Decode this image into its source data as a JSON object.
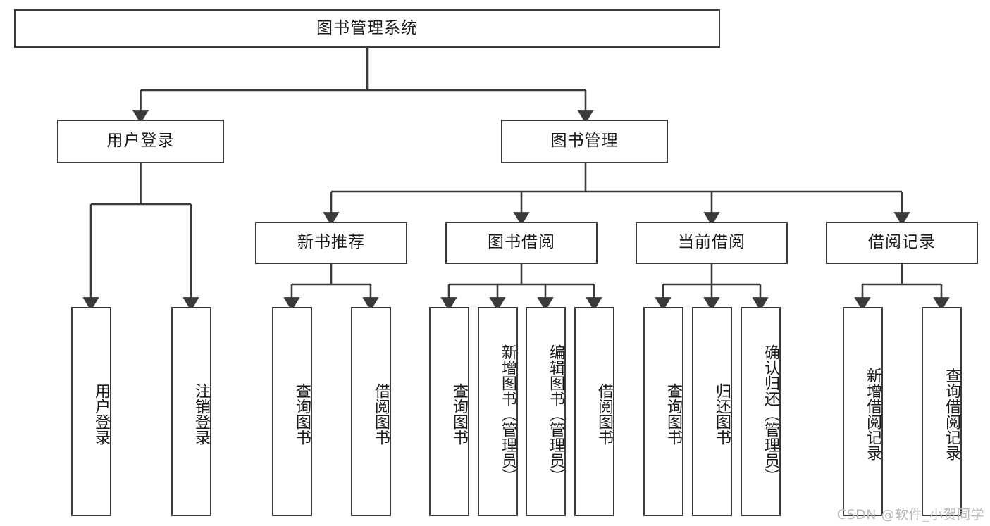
{
  "diagram": {
    "title": "图书管理系统",
    "type": "tree",
    "line_color": "#3a3a3a",
    "box_fill": "#ffffff",
    "text_color": "#1a1a1a"
  },
  "root": {
    "label": "图书管理系统"
  },
  "level2": [
    {
      "label": "用户登录"
    },
    {
      "label": "图书管理"
    }
  ],
  "level3": [
    {
      "label": "新书推荐"
    },
    {
      "label": "图书借阅"
    },
    {
      "label": "当前借阅"
    },
    {
      "label": "借阅记录"
    }
  ],
  "leaves": {
    "user_login": [
      {
        "label": "用户登录"
      },
      {
        "label": "注销登录"
      }
    ],
    "new_book_recommend": [
      {
        "label": "查询图书"
      },
      {
        "label": "借阅图书"
      }
    ],
    "book_borrow": [
      {
        "label": "查询图书"
      },
      {
        "label": "新增图书（管理员）"
      },
      {
        "label": "编辑图书（管理员）"
      },
      {
        "label": "借阅图书"
      }
    ],
    "current_borrow": [
      {
        "label": "查询图书"
      },
      {
        "label": "归还图书"
      },
      {
        "label": "确认归还（管理员）"
      }
    ],
    "borrow_record": [
      {
        "label": "新增借阅记录"
      },
      {
        "label": "查询借阅记录"
      }
    ]
  },
  "watermark": {
    "text": "CSDN @软件_小贺同学"
  }
}
